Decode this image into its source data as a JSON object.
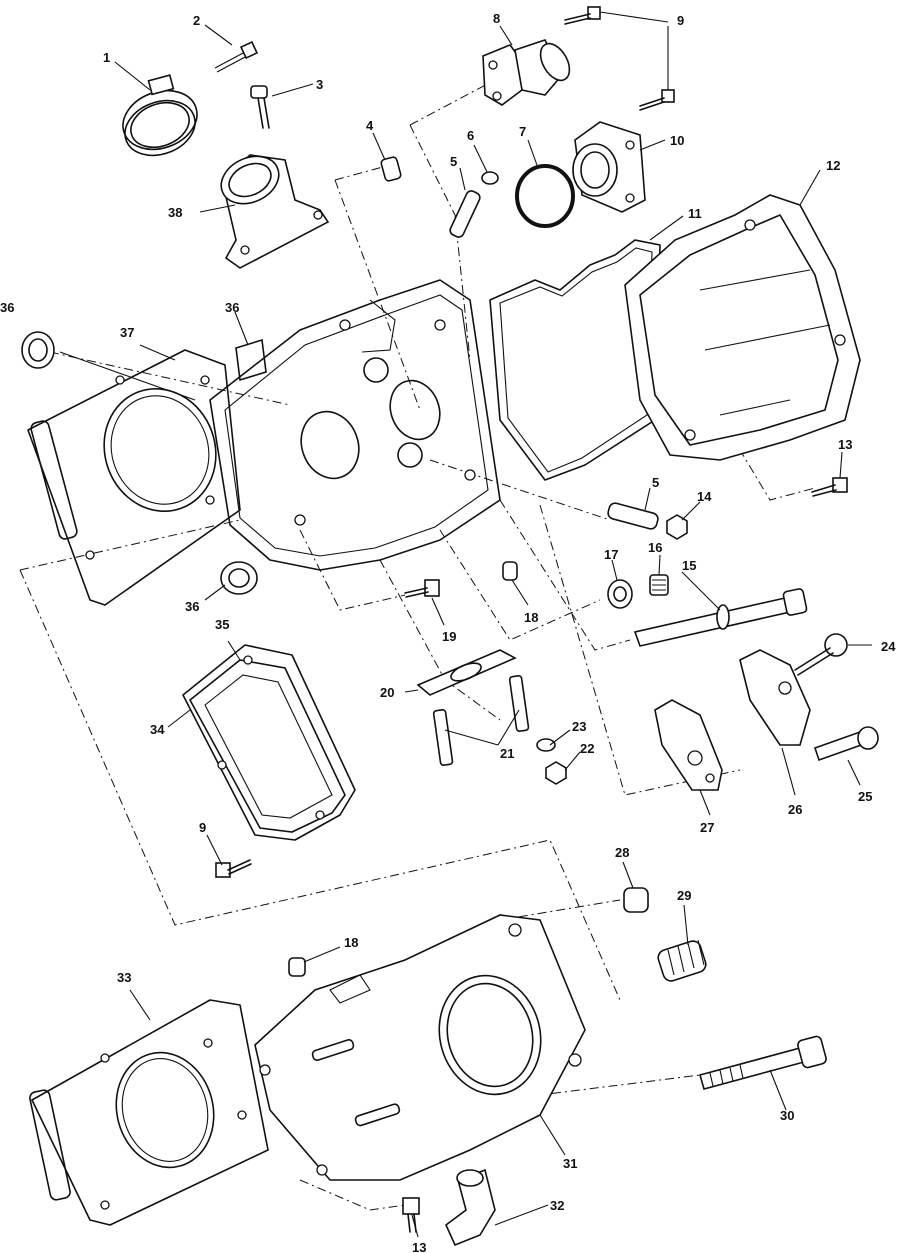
{
  "callouts": [
    {
      "id": "c1",
      "label": "1"
    },
    {
      "id": "c2",
      "label": "2"
    },
    {
      "id": "c3",
      "label": "3"
    },
    {
      "id": "c4",
      "label": "4"
    },
    {
      "id": "c5a",
      "label": "5"
    },
    {
      "id": "c5b",
      "label": "5"
    },
    {
      "id": "c6",
      "label": "6"
    },
    {
      "id": "c7",
      "label": "7"
    },
    {
      "id": "c8",
      "label": "8"
    },
    {
      "id": "c9a",
      "label": "9"
    },
    {
      "id": "c9b",
      "label": "9"
    },
    {
      "id": "c10",
      "label": "10"
    },
    {
      "id": "c11",
      "label": "11"
    },
    {
      "id": "c12",
      "label": "12"
    },
    {
      "id": "c13a",
      "label": "13"
    },
    {
      "id": "c13b",
      "label": "13"
    },
    {
      "id": "c14",
      "label": "14"
    },
    {
      "id": "c15",
      "label": "15"
    },
    {
      "id": "c16",
      "label": "16"
    },
    {
      "id": "c17",
      "label": "17"
    },
    {
      "id": "c18a",
      "label": "18"
    },
    {
      "id": "c18b",
      "label": "18"
    },
    {
      "id": "c19",
      "label": "19"
    },
    {
      "id": "c20",
      "label": "20"
    },
    {
      "id": "c21",
      "label": "21"
    },
    {
      "id": "c22",
      "label": "22"
    },
    {
      "id": "c23",
      "label": "23"
    },
    {
      "id": "c24",
      "label": "24"
    },
    {
      "id": "c25",
      "label": "25"
    },
    {
      "id": "c26",
      "label": "26"
    },
    {
      "id": "c27",
      "label": "27"
    },
    {
      "id": "c28",
      "label": "28"
    },
    {
      "id": "c29",
      "label": "29"
    },
    {
      "id": "c30",
      "label": "30"
    },
    {
      "id": "c31",
      "label": "31"
    },
    {
      "id": "c32",
      "label": "32"
    },
    {
      "id": "c33",
      "label": "33"
    },
    {
      "id": "c34",
      "label": "34"
    },
    {
      "id": "c35",
      "label": "35"
    },
    {
      "id": "c36a",
      "label": "36"
    },
    {
      "id": "c36b",
      "label": "36"
    },
    {
      "id": "c36c",
      "label": "36"
    },
    {
      "id": "c37",
      "label": "37"
    },
    {
      "id": "c38",
      "label": "38"
    }
  ]
}
